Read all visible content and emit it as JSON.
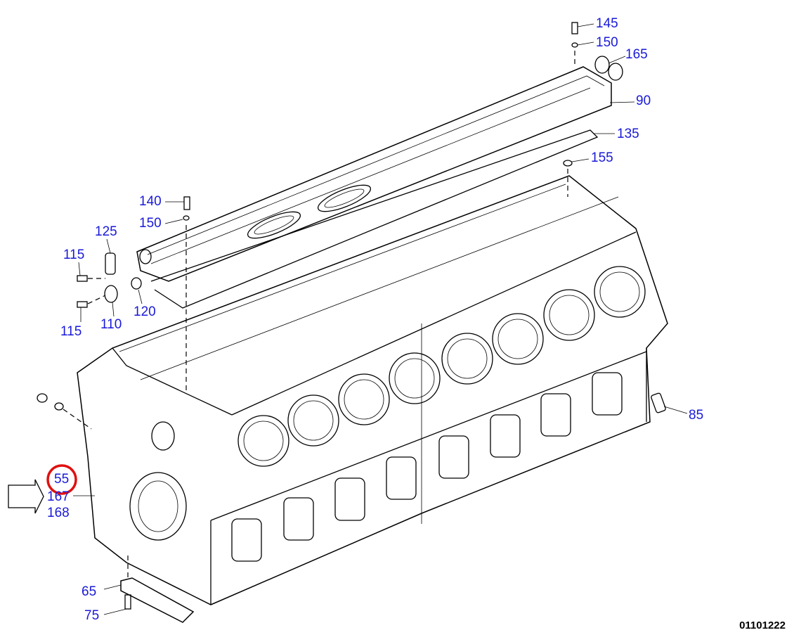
{
  "diagram": {
    "drawing_number": "01101222",
    "highlighted_callout": "55",
    "callouts": [
      {
        "id": "c145",
        "label": "145"
      },
      {
        "id": "c150a",
        "label": "150"
      },
      {
        "id": "c165",
        "label": "165"
      },
      {
        "id": "c90",
        "label": "90"
      },
      {
        "id": "c135",
        "label": "135"
      },
      {
        "id": "c155",
        "label": "155"
      },
      {
        "id": "c140",
        "label": "140"
      },
      {
        "id": "c150b",
        "label": "150"
      },
      {
        "id": "c125",
        "label": "125"
      },
      {
        "id": "c115a",
        "label": "115"
      },
      {
        "id": "c120",
        "label": "120"
      },
      {
        "id": "c115b",
        "label": "115"
      },
      {
        "id": "c110",
        "label": "110"
      },
      {
        "id": "c85",
        "label": "85"
      },
      {
        "id": "c55",
        "label": "55"
      },
      {
        "id": "c167",
        "label": "167"
      },
      {
        "id": "c168",
        "label": "168"
      },
      {
        "id": "c65",
        "label": "65"
      },
      {
        "id": "c75",
        "label": "75"
      }
    ],
    "colors": {
      "callout": "#1a1ad8",
      "highlight_ring": "#e01010",
      "line": "#000000"
    }
  }
}
